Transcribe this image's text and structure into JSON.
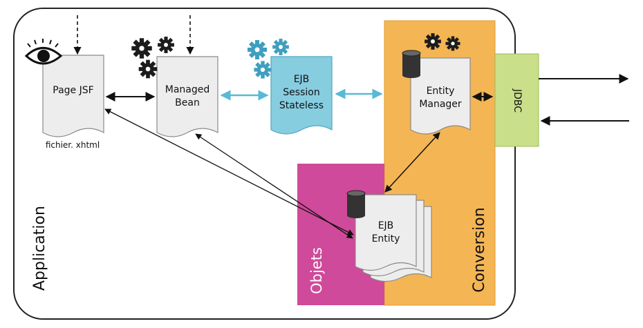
{
  "labels": {
    "application": "Application",
    "page_jsf": "Page JSF",
    "file_name": "fichier. xhtml",
    "managed_bean": "Managed\nBean",
    "ejb_session": "EJB\nSession\nStateless",
    "entity_manager": "Entity\nManager",
    "ejb_entity": "EJB\nEntity",
    "jdbc": "JDBC",
    "objets": "Objets",
    "conversion": "Conversion"
  },
  "colors": {
    "application_border": "#222222",
    "conversion_zone": "#f4b554",
    "conversion_border": "#e59b2d",
    "objets_zone": "#cf4a9a",
    "jdbc_box": "#c9df8a",
    "jdbc_border": "#9dbb5a",
    "document_fill": "#ededed",
    "document_border": "#8a8a8a",
    "session_fill": "#86cde0",
    "session_border": "#4fa7c2",
    "blue_arrow": "#58b9d6",
    "gear_dark": "#1c1c1c",
    "gear_blue": "#3e9fbf",
    "database": "#333333"
  },
  "icons": [
    "eye-icon",
    "gear-icon",
    "database-icon",
    "arrow-icon"
  ]
}
